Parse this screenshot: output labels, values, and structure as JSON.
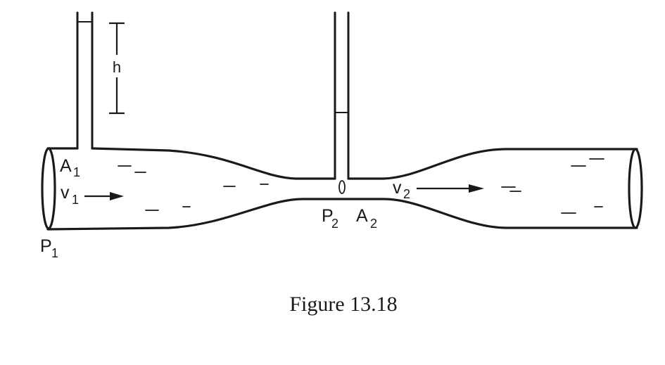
{
  "labels": {
    "h": "h",
    "A1_main": "A",
    "A1_sub": "1",
    "v1_main": "v",
    "v1_sub": "1",
    "P1_main": "P",
    "P1_sub": "1",
    "P2_main": "P",
    "P2_sub": "2",
    "A2_main": "A",
    "A2_sub": "2",
    "v2_main": "v",
    "v2_sub": "2"
  },
  "caption": "Figure 13.18",
  "colors": {
    "ink": "#1a1a1a",
    "background": "#ffffff"
  }
}
